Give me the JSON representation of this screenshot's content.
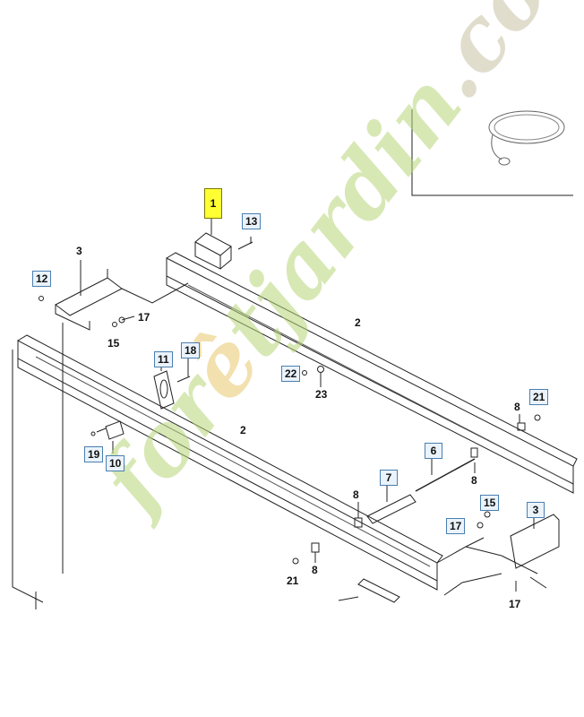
{
  "callouts": [
    {
      "id": "c1",
      "text": "1",
      "style": "highlight"
    },
    {
      "id": "c13",
      "text": "13",
      "style": "boxed"
    },
    {
      "id": "c3a",
      "text": "3",
      "style": "plain"
    },
    {
      "id": "c12",
      "text": "12",
      "style": "boxed"
    },
    {
      "id": "c17a",
      "text": "17",
      "style": "plain"
    },
    {
      "id": "c15a",
      "text": "15",
      "style": "plain"
    },
    {
      "id": "c2a",
      "text": "2",
      "style": "plain"
    },
    {
      "id": "c11",
      "text": "11",
      "style": "boxed"
    },
    {
      "id": "c18",
      "text": "18",
      "style": "boxed"
    },
    {
      "id": "c22",
      "text": "22",
      "style": "boxed"
    },
    {
      "id": "c23",
      "text": "23",
      "style": "plain"
    },
    {
      "id": "c8a",
      "text": "8",
      "style": "plain"
    },
    {
      "id": "c21a",
      "text": "21",
      "style": "boxed"
    },
    {
      "id": "c19",
      "text": "19",
      "style": "boxed"
    },
    {
      "id": "c10",
      "text": "10",
      "style": "boxed"
    },
    {
      "id": "c2b",
      "text": "2",
      "style": "plain"
    },
    {
      "id": "c6",
      "text": "6",
      "style": "boxed"
    },
    {
      "id": "c7",
      "text": "7",
      "style": "boxed"
    },
    {
      "id": "c8b",
      "text": "8",
      "style": "plain"
    },
    {
      "id": "c8c",
      "text": "8",
      "style": "plain"
    },
    {
      "id": "c15b",
      "text": "15",
      "style": "boxed"
    },
    {
      "id": "c17b",
      "text": "17",
      "style": "boxed"
    },
    {
      "id": "c3b",
      "text": "3",
      "style": "boxed"
    },
    {
      "id": "c8d",
      "text": "8",
      "style": "plain"
    },
    {
      "id": "c21b",
      "text": "21",
      "style": "plain"
    },
    {
      "id": "c17c",
      "text": "17",
      "style": "plain"
    }
  ],
  "watermark": {
    "part1": "for",
    "part2": "ê",
    "part3": "tjardin",
    "part4": ".com"
  },
  "colors": {
    "highlight": "#ffff33",
    "box_border": "#4a7fb0",
    "box_fill": "#eaf3fb",
    "line": "#222222",
    "watermark_green": "#b7d77a",
    "watermark_yellow": "#e9c86d",
    "watermark_grey": "#c9c2a6"
  }
}
